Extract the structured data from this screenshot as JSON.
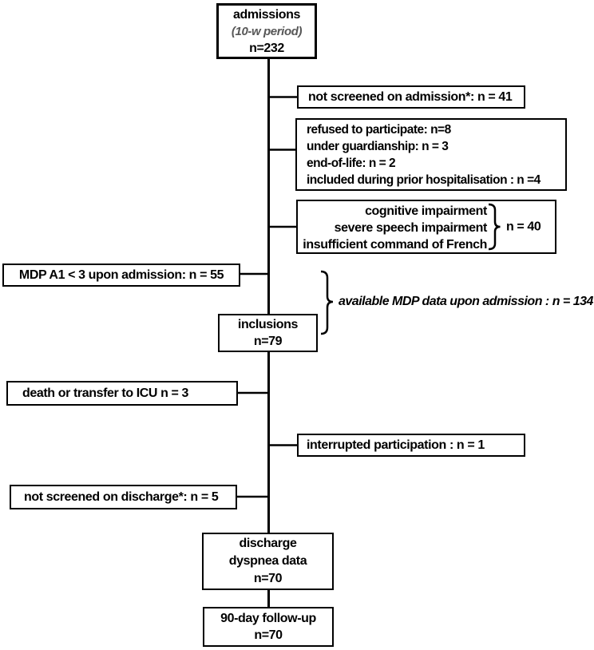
{
  "flowchart": {
    "admissions": {
      "title": "admissions",
      "subtitle": "(10-w period)",
      "count": "n=232"
    },
    "not_screened_admission": {
      "label": "not screened on admission*: n = 41"
    },
    "exclusions": {
      "line1": "refused to participate: n=8",
      "line2": "under guardianship: n = 3",
      "line3": "end-of-life: n = 2",
      "line4": "included during prior hospitalisation : n =4"
    },
    "impairments": {
      "line1": "cognitive impairment",
      "line2": "severe speech impairment",
      "line3": "insufficient command of French",
      "count": "n = 40"
    },
    "mdp_low": {
      "label": "MDP A1 < 3 upon admission: n = 55"
    },
    "available_mdp": {
      "label": "available MDP data upon admission : n = 134"
    },
    "inclusions": {
      "title": "inclusions",
      "count": "n=79"
    },
    "death_icu": {
      "label": "death or transfer to ICU n = 3"
    },
    "interrupted": {
      "label": "interrupted participation : n = 1"
    },
    "not_screened_discharge": {
      "label": "not screened on discharge*: n = 5"
    },
    "discharge": {
      "line1": "discharge",
      "line2": "dyspnea data",
      "count": "n=70"
    },
    "followup": {
      "title": "90-day follow-up",
      "count": "n=70"
    },
    "colors": {
      "line": "#000000",
      "subtitle_gray": "#575757",
      "background": "#ffffff"
    }
  }
}
